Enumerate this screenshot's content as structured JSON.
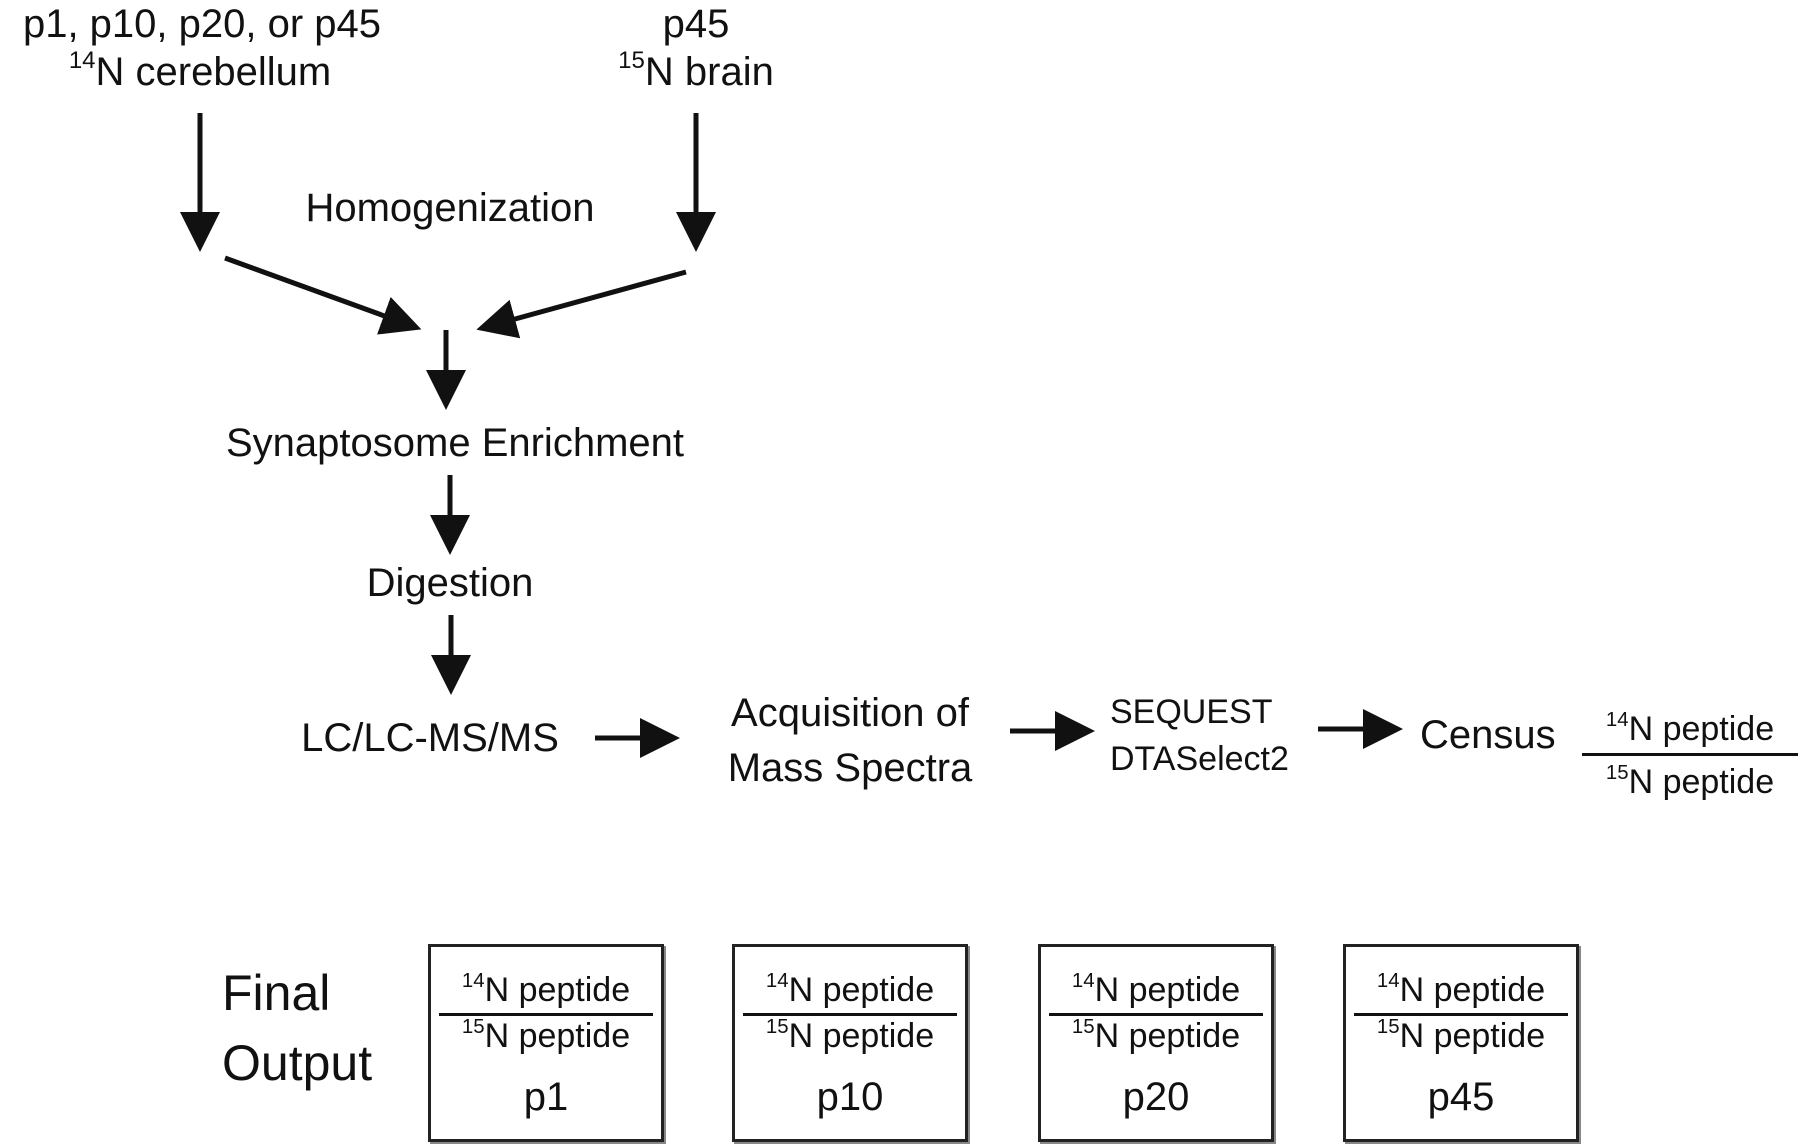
{
  "inputs": {
    "left": {
      "line1": "p1, p10, p20, or p45",
      "sup": "14",
      "line2": "N cerebellum"
    },
    "right": {
      "line1": "p45",
      "sup": "15",
      "line2": "N brain"
    }
  },
  "steps": {
    "homogenization": "Homogenization",
    "synaptosome": "Synaptosome Enrichment",
    "digestion": "Digestion",
    "lcms": "LC/LC-MS/MS",
    "acquisition_1": "Acquisition of",
    "acquisition_2": "Mass Spectra",
    "sequest": "SEQUEST",
    "dtaselect": "DTASelect2",
    "census": "Census"
  },
  "ratio": {
    "num_sup": "14",
    "num_text": "N peptide",
    "den_sup": "15",
    "den_text": "N peptide"
  },
  "final_output": {
    "label_1": "Final",
    "label_2": "Output",
    "boxes": [
      {
        "label": "p1"
      },
      {
        "label": "p10"
      },
      {
        "label": "p20"
      },
      {
        "label": "p45"
      }
    ]
  }
}
